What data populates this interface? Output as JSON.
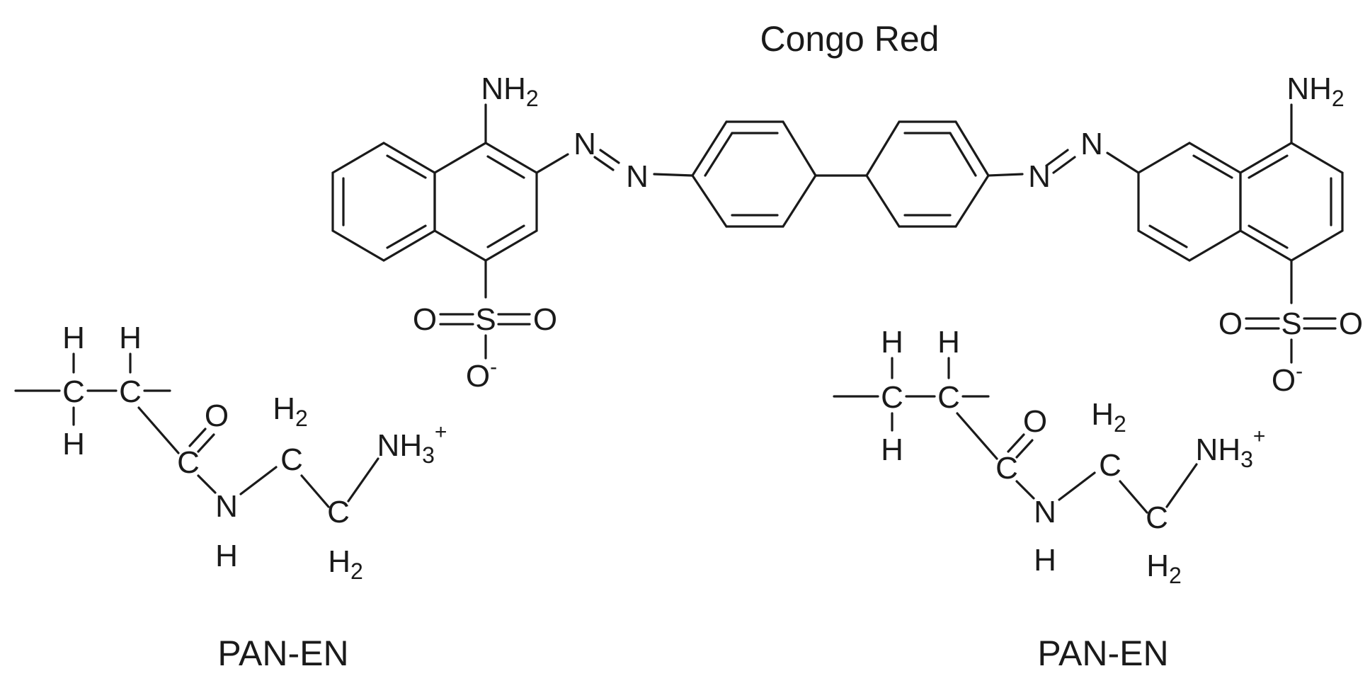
{
  "title": "Congo Red",
  "congo_red": {
    "amino_left": {
      "main": "NH",
      "sub": "2"
    },
    "amino_right": {
      "main": "NH",
      "sub": "2"
    },
    "azo_n": "N",
    "sulfonate": {
      "sulfur": "S",
      "oxygen": "O",
      "anion_oxygen": "O",
      "charge": "-"
    }
  },
  "pan_en": [
    {
      "label": "PAN-EN",
      "hydrogen": "H",
      "carbon": "C",
      "oxygen": "O",
      "nitrogen": "N",
      "methylene": {
        "main": "H",
        "sub": "2"
      },
      "ammonium": {
        "main": "NH",
        "sub": "3",
        "charge": "+"
      }
    },
    {
      "label": "PAN-EN",
      "hydrogen": "H",
      "carbon": "C",
      "oxygen": "O",
      "nitrogen": "N",
      "methylene": {
        "main": "H",
        "sub": "2"
      },
      "ammonium": {
        "main": "NH",
        "sub": "3",
        "charge": "+"
      }
    }
  ]
}
